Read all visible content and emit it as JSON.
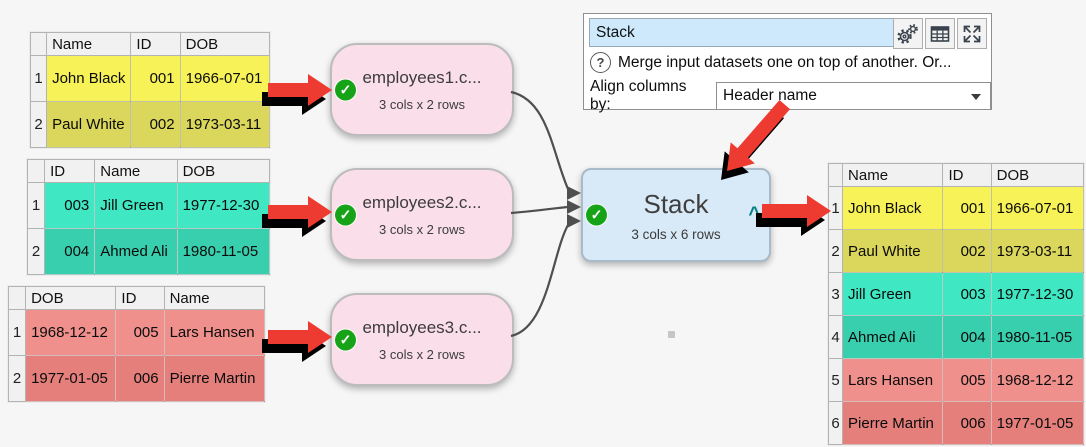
{
  "colors": {
    "yellow1": "#f7f258",
    "yellow2": "#dbd65c",
    "teal1": "#3fe7c3",
    "teal2": "#38cfae",
    "salmon1": "#f0908c",
    "salmon2": "#e47f7c",
    "node-pink": "#fadee9",
    "node-blue": "#d8e9f7",
    "check-green": "#17a317",
    "caret-teal": "#0b7f86",
    "arrow-red": "#ee3b31",
    "input-blue": "#cde9fb",
    "connector": "#4f4f4f"
  },
  "icons": {
    "check_glyph": "✓",
    "caret_glyph": "^",
    "help_glyph": "?"
  },
  "panel": {
    "name_value": "Stack",
    "help_text": "Merge input datasets one on top of another. Or...",
    "align_label": "Align columns by:",
    "align_value": "Header name"
  },
  "nodes": {
    "inputs": [
      {
        "title": "employees1.c...",
        "subtitle": "3 cols x 2 rows"
      },
      {
        "title": "employees2.c...",
        "subtitle": "3 cols x 2 rows"
      },
      {
        "title": "employees3.c...",
        "subtitle": "3 cols x 2 rows"
      }
    ],
    "stack": {
      "title": "Stack",
      "subtitle": "3 cols x 6 rows"
    }
  },
  "tables": {
    "input1": {
      "headers": [
        "Name",
        "ID",
        "DOB"
      ],
      "row_numbers": [
        "1",
        "2"
      ],
      "rows": [
        [
          "John Black",
          "001",
          "1966-07-01"
        ],
        [
          "Paul White",
          "002",
          "1973-03-11"
        ]
      ]
    },
    "input2": {
      "headers": [
        "ID",
        "Name",
        "DOB"
      ],
      "row_numbers": [
        "1",
        "2"
      ],
      "rows": [
        [
          "003",
          "Jill Green",
          "1977-12-30"
        ],
        [
          "004",
          "Ahmed Ali",
          "1980-11-05"
        ]
      ]
    },
    "input3": {
      "headers": [
        "DOB",
        "ID",
        "Name"
      ],
      "row_numbers": [
        "1",
        "2"
      ],
      "rows": [
        [
          "1968-12-12",
          "005",
          "Lars Hansen"
        ],
        [
          "1977-01-05",
          "006",
          "Pierre Martin"
        ]
      ]
    },
    "output": {
      "headers": [
        "Name",
        "ID",
        "DOB"
      ],
      "row_numbers": [
        "1",
        "2",
        "3",
        "4",
        "5",
        "6"
      ],
      "rows": [
        [
          "John Black",
          "001",
          "1966-07-01"
        ],
        [
          "Paul White",
          "002",
          "1973-03-11"
        ],
        [
          "Jill Green",
          "003",
          "1977-12-30"
        ],
        [
          "Ahmed Ali",
          "004",
          "1980-11-05"
        ],
        [
          "Lars Hansen",
          "005",
          "1968-12-12"
        ],
        [
          "Pierre Martin",
          "006",
          "1977-01-05"
        ]
      ]
    }
  }
}
